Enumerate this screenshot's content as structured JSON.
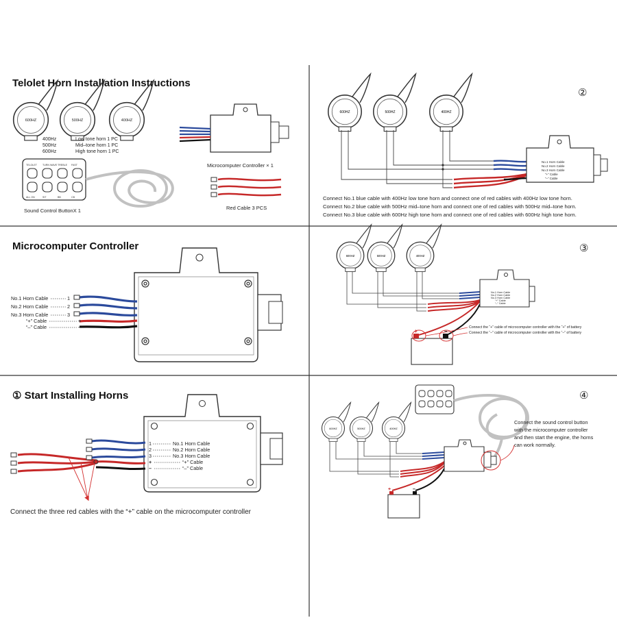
{
  "sections": {
    "intro_title": "Telolet Horn Installation Instructions",
    "controller_title": "Microcomputer Controller",
    "start_title": "① Start Installing Horns"
  },
  "parts": {
    "horn_labels": [
      "600HZ",
      "500HZ",
      "400HZ"
    ],
    "horn_freqs": [
      "400Hz",
      "500Hz",
      "600Hz"
    ],
    "horn_descs": [
      "Low tone horn 1 PC",
      "Mid–tone horn 1 PC",
      "High tone horn 1 PC"
    ],
    "button_labels": [
      "TELOLET",
      "TURN",
      "WAVE",
      "TREBLE",
      "FAST",
      "ALL ON",
      "SIT",
      "BB",
      "CB"
    ],
    "sound_button": "Sound Control ButtonX 1",
    "controller": "Microcomputer Controller × 1",
    "red_cable": "Red Cable 3 PCS"
  },
  "cables": {
    "no1": "No.1 Horn Cable",
    "no2": "No.2 Horn Cable",
    "no3": "No.3 Horn Cable",
    "plus": "“+” Cable",
    "minus": "“–” Cable",
    "n1": "1",
    "n2": "2",
    "n3": "3",
    "plus_sym": "+",
    "minus_sym": "–"
  },
  "step1": {
    "caption": "Connect the three red cables with the “+” cable on the microcomputer controller"
  },
  "step2": {
    "number": "②",
    "lines": [
      "Connect No.1 blue cable with 400Hz low tone horn and connect one of red cables with 400Hz low tone horn.",
      "Connect No.2 blue cable with 500Hz mid–tone horn and connect one of red cables with 500Hz mid–tone horn.",
      "Connect No.3 blue cable with 600Hz high tone horn and connect one of red cables with 600Hz high tone horn."
    ]
  },
  "step3": {
    "number": "③",
    "note_plus": "Connect the “+” cable of microcomputer controller with the “+” of battery",
    "note_minus": "Connect the “–” cable of microcomputer controller with the “–” of battery"
  },
  "step4": {
    "number": "④",
    "note": [
      "Connect the sound control button",
      "with the microcomputer controller",
      "and then start the engine, the horns",
      "can work normally."
    ]
  },
  "colors": {
    "blue": "#2b4a9c",
    "red": "#c62828",
    "black": "#111111",
    "arrow": "#d32f2f"
  }
}
